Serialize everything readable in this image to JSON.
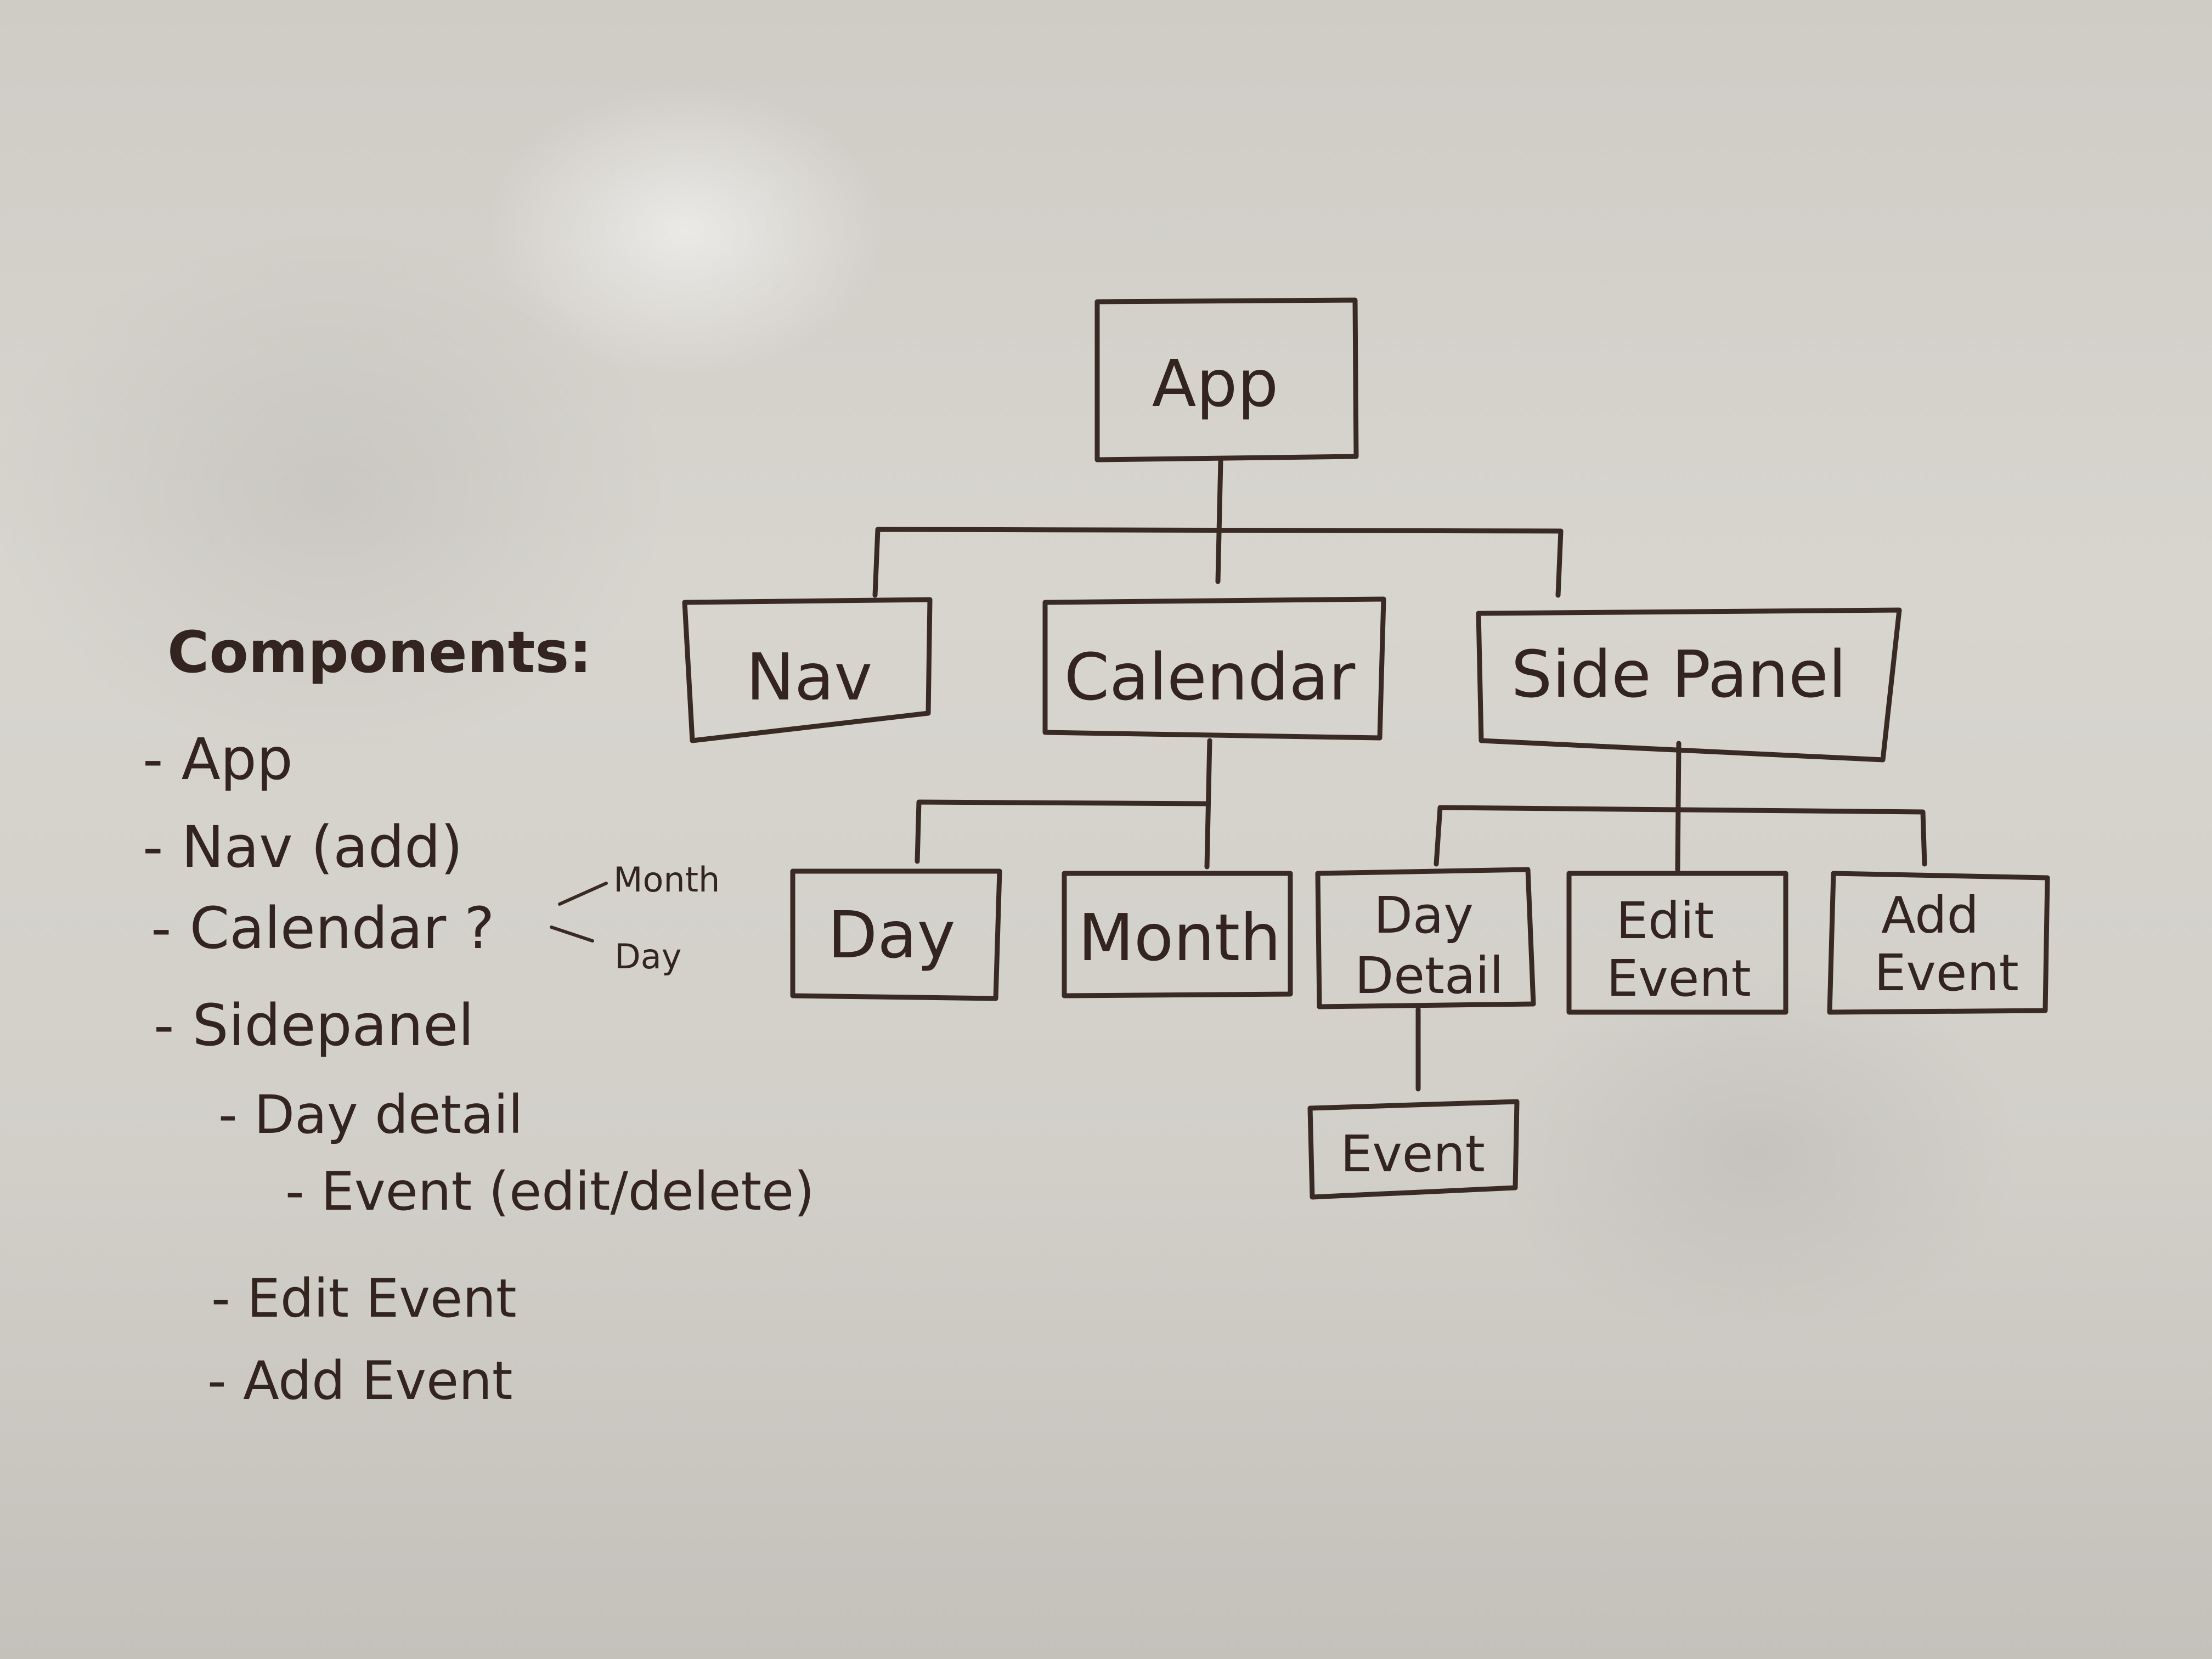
{
  "diagram": {
    "nodes": {
      "app": "App",
      "nav": "Nav",
      "calendar": "Calendar",
      "side_panel": "Side Panel",
      "day": "Day",
      "month": "Month",
      "day_detail": [
        "Day",
        "Detail"
      ],
      "edit_event": [
        "Edit",
        "Event"
      ],
      "add_event": [
        "Add",
        "Event"
      ],
      "event": "Event"
    },
    "edges": [
      [
        "App",
        "Nav"
      ],
      [
        "App",
        "Calendar"
      ],
      [
        "App",
        "Side Panel"
      ],
      [
        "Calendar",
        "Day"
      ],
      [
        "Calendar",
        "Month"
      ],
      [
        "Side Panel",
        "Day Detail"
      ],
      [
        "Side Panel",
        "Edit Event"
      ],
      [
        "Side Panel",
        "Add Event"
      ],
      [
        "Day Detail",
        "Event"
      ]
    ]
  },
  "notes": {
    "heading": "Components:",
    "items": [
      "- App",
      "- Nav (add)",
      "- Calendar ?",
      "- Sidepanel",
      "- Day detail",
      "- Event (edit/delete)",
      "- Edit Event",
      "- Add Event"
    ],
    "calendar_options": [
      "Month",
      "Day"
    ]
  },
  "colors": {
    "ink": "#3a2a24",
    "board": "#d2cfc9"
  }
}
